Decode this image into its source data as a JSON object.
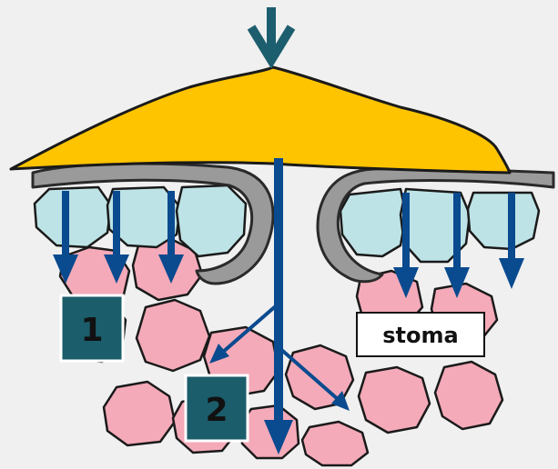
{
  "labels": {
    "marker_1": "1",
    "marker_2": "2",
    "stoma": "stoma"
  },
  "colors": {
    "background": "#f0f0f0",
    "deposit": "#ffc400",
    "cuticle": "#9a9a9a",
    "epidermal_cell": "#bde3e6",
    "mesophyll_cell": "#f4aab9",
    "penetration_arrow": "#0a4a8f",
    "top_arrow": "#1d5e6e",
    "marker_box": "#1b5d6b"
  },
  "icons": {
    "top_arrow": "down-arrow-icon",
    "penetration_arrows": "down-arrow-icon"
  }
}
